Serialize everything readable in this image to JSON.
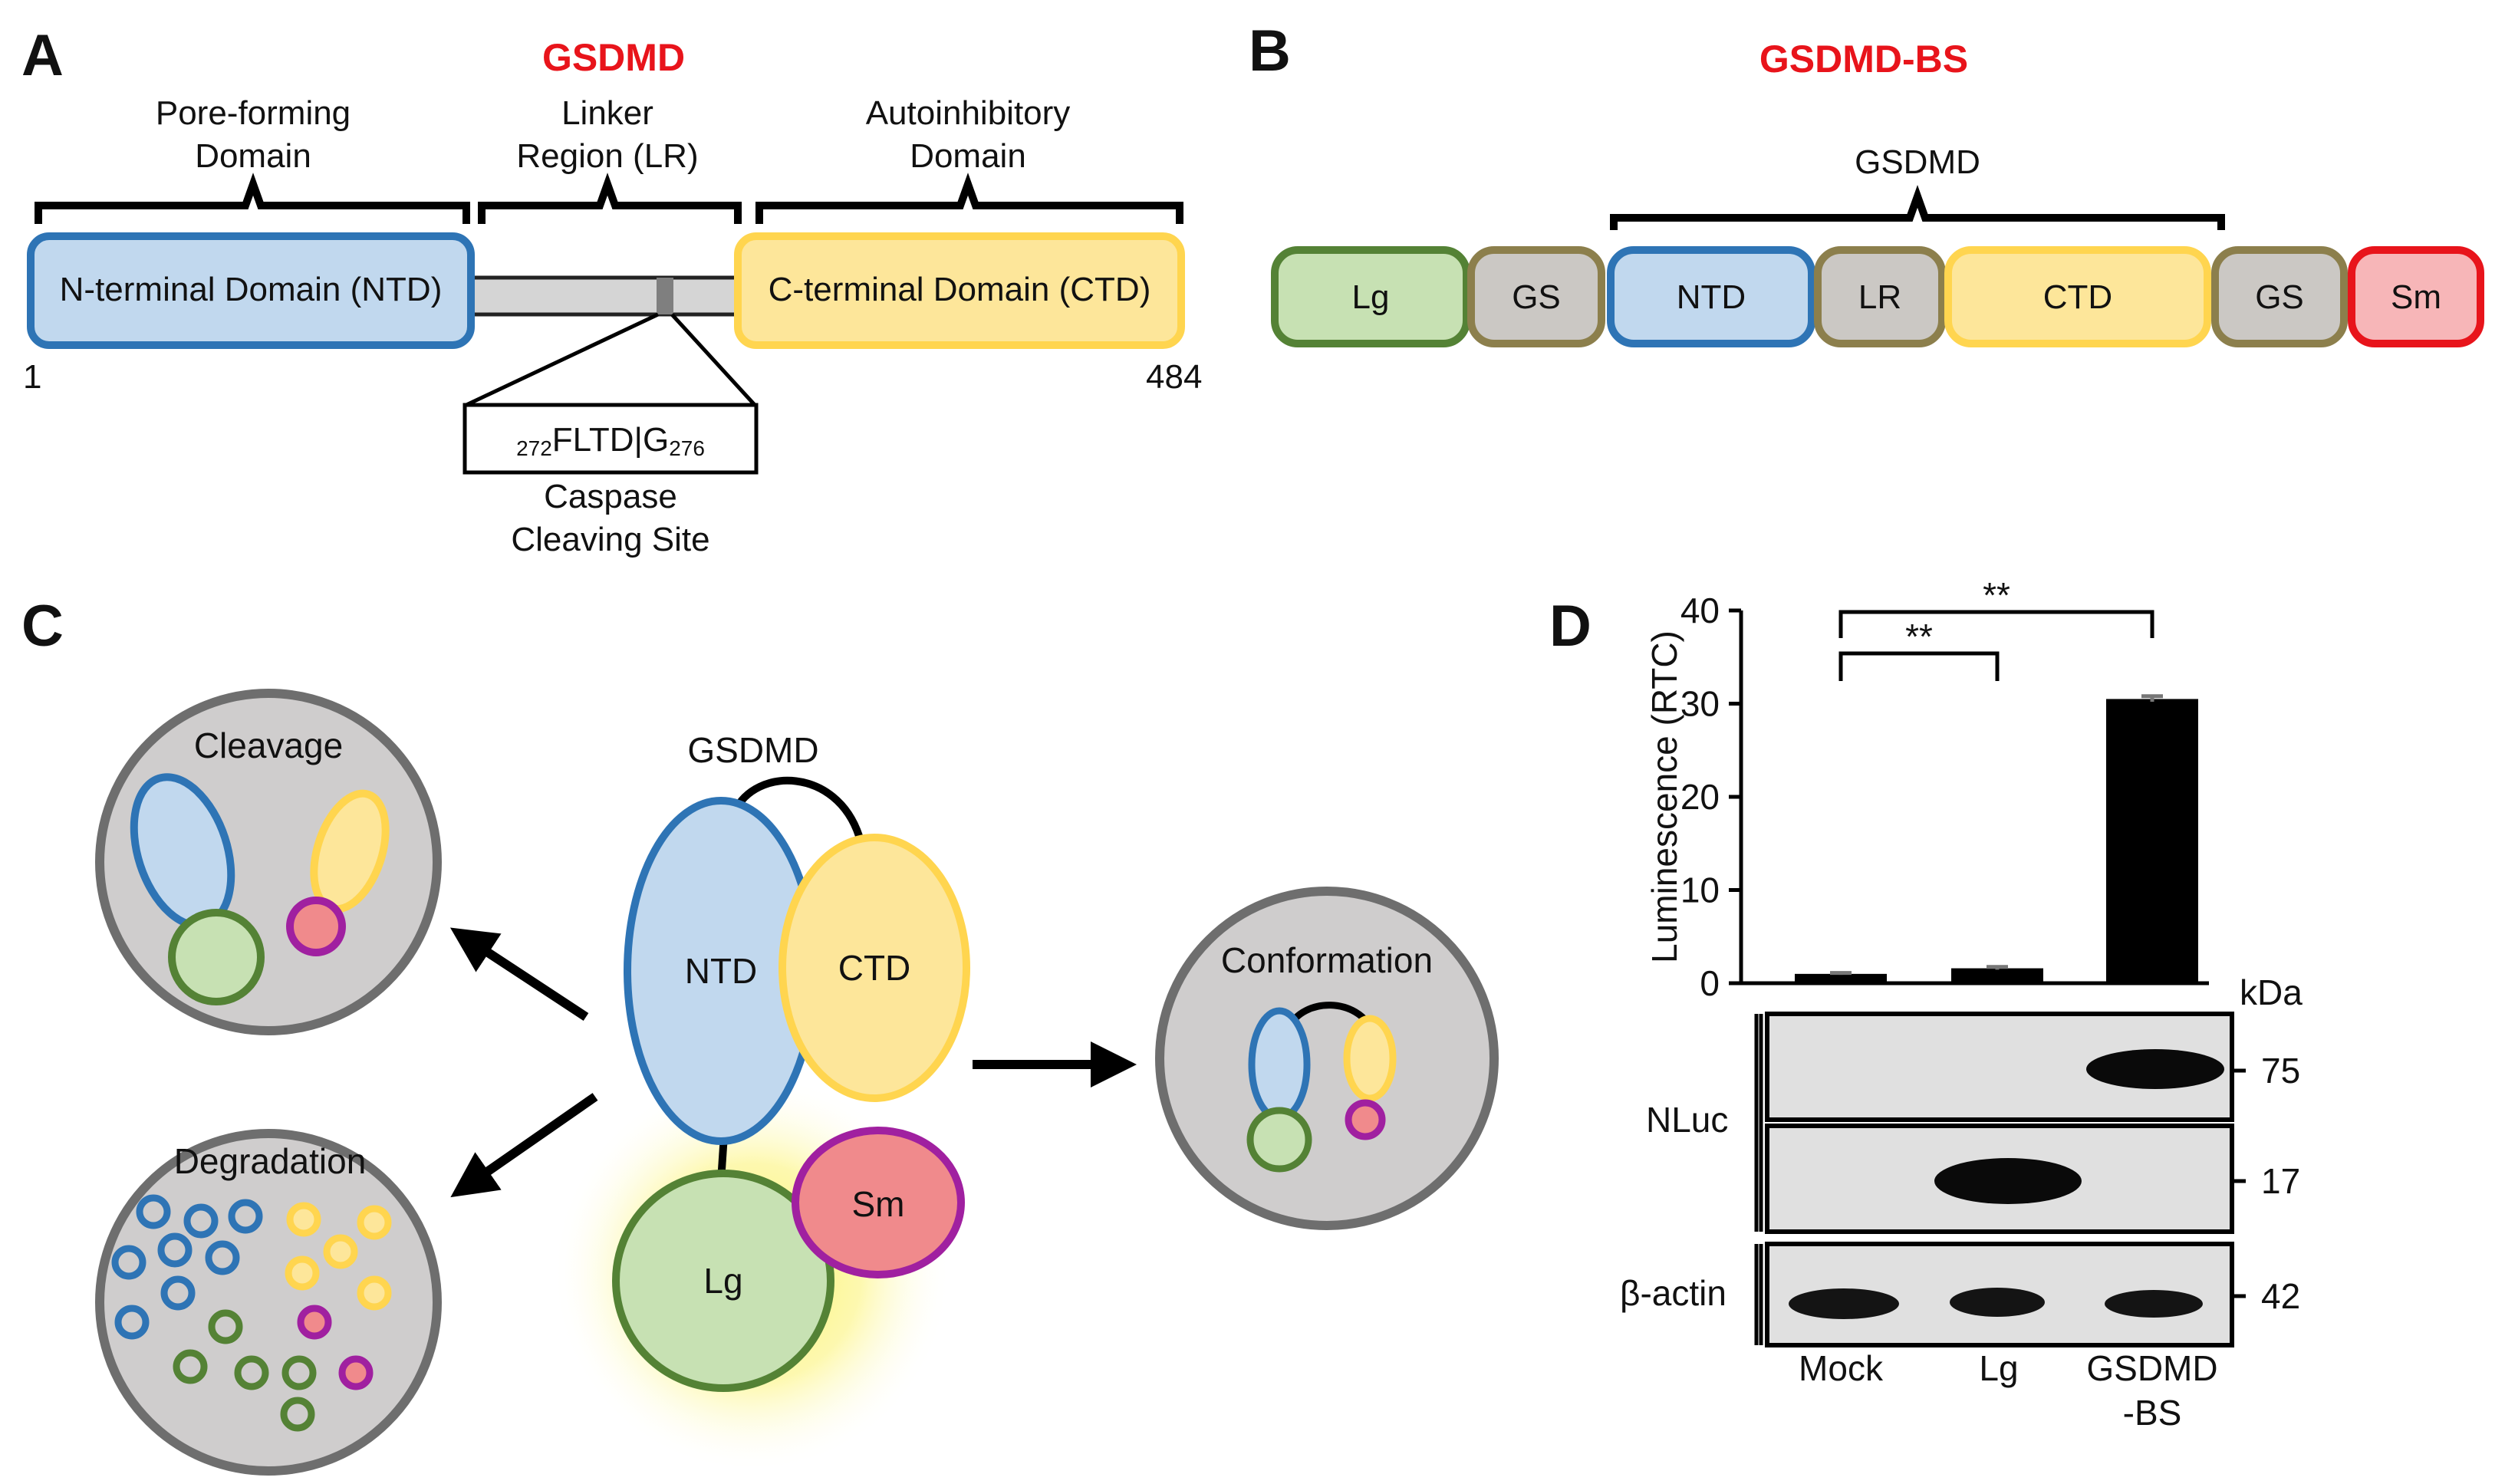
{
  "colors": {
    "ntd_fill": "#c1d8ee",
    "ntd_stroke": "#2e74b5",
    "ctd_fill": "#fde69a",
    "ctd_stroke": "#ffd54f",
    "lg_fill": "#c7e1b3",
    "lg_stroke": "#548235",
    "sm_fill": "#f08a8c",
    "sm_stroke": "#a020a0",
    "gs_fill": "#cbc8c4",
    "gs_stroke": "#8c7f4c",
    "sm_b_fill": "#f7b6b8",
    "sm_b_stroke": "#e8141b",
    "cell_fill": "#cfcdcd",
    "cell_stroke": "#6e6e6e",
    "title_red": "#e8141b"
  },
  "panelA": {
    "letter": "A",
    "title": "GSDMD",
    "pore_label_1": "Pore-forming",
    "pore_label_2": "Domain",
    "linker_label_1": "Linker",
    "linker_label_2": "Region (LR)",
    "auto_label_1": "Autoinhibitory",
    "auto_label_2": "Domain",
    "ntd_text": "N-terminal Domain (NTD)",
    "ctd_text": "C-terminal Domain (CTD)",
    "start_num": "1",
    "end_num": "484",
    "site_sub_left": "272",
    "site_main": "FLTD|G",
    "site_sub_right": "276",
    "cleave_label_1": "Caspase",
    "cleave_label_2": "Cleaving Site"
  },
  "panelB": {
    "letter": "B",
    "title": "GSDMD-BS",
    "bracket_label": "GSDMD",
    "segments": [
      "Lg",
      "GS",
      "NTD",
      "LR",
      "CTD",
      "GS",
      "Sm"
    ]
  },
  "panelC": {
    "letter": "C",
    "center_label": "GSDMD",
    "ntd": "NTD",
    "ctd": "CTD",
    "sm": "Sm",
    "lg": "Lg",
    "cleavage": "Cleavage",
    "degradation": "Degradation",
    "conformation": "Conformation"
  },
  "panelD": {
    "letter": "D",
    "kda_label": "kDa",
    "nluc_label": "NLuc",
    "actin_label": "β-actin",
    "mw_75": "75",
    "mw_17": "17",
    "mw_42": "42",
    "lane_1": "Mock",
    "lane_2": "Lg",
    "lane_3a": "GSDMD",
    "lane_3b": "-BS",
    "sig_1": "**",
    "sig_2": "**"
  },
  "chart_data": {
    "type": "bar",
    "categories": [
      "Mock",
      "Lg",
      "GSDMD-BS"
    ],
    "values": [
      1.0,
      1.6,
      30.5
    ],
    "errors": [
      0.1,
      0.15,
      0.3
    ],
    "ylabel": "Luminescence (RTC)",
    "ylim": [
      0,
      40
    ],
    "yticks": [
      "0",
      "10",
      "20",
      "30",
      "40"
    ],
    "grid": false
  }
}
